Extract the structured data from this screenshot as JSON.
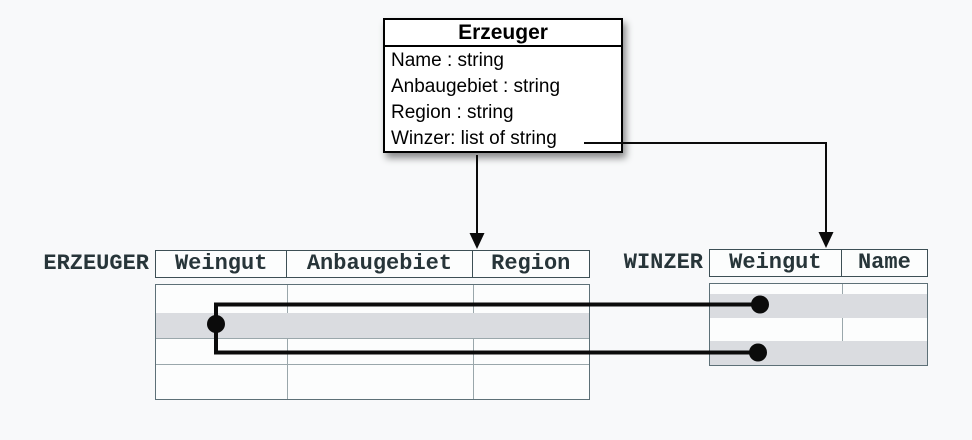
{
  "colors": {
    "background": "#f8f9fa",
    "line": "#0b0b0b",
    "band": "#dadce0",
    "table-border": "#3d4f55",
    "body-border": "#5d7077",
    "grid": "#9aa7ab",
    "text": "#273539",
    "box-border": "#000000",
    "box-text": "#000000"
  },
  "class_box": {
    "title": "Erzeuger",
    "attributes": [
      "Name : string",
      "Anbaugebiet : string",
      "Region : string",
      "Winzer: list of string"
    ]
  },
  "tables": {
    "erzeuger": {
      "label": "ERZEUGER",
      "columns": [
        "Weingut",
        "Anbaugebiet",
        "Region"
      ],
      "body_rows": 4,
      "highlighted_row_index": 1
    },
    "winzer": {
      "label": "WINZER",
      "columns": [
        "Weingut",
        "Name"
      ],
      "body_rows": 4,
      "highlighted_row_indexes": [
        1,
        3
      ]
    }
  }
}
